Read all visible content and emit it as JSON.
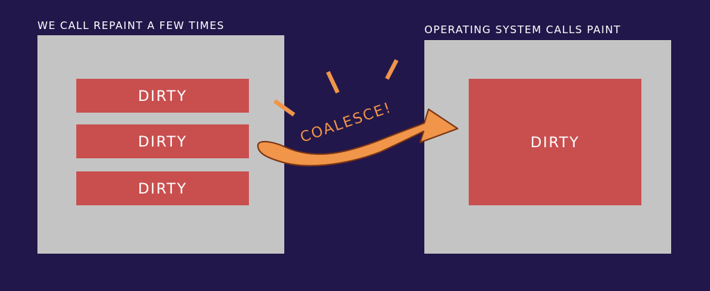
{
  "left": {
    "caption": "WE CALL REPAINT A FEW TIMES",
    "items": [
      "DIRTY",
      "DIRTY",
      "DIRTY"
    ]
  },
  "right": {
    "caption": "OPERATING SYSTEM CALLS PAINT",
    "item": "DIRTY"
  },
  "arrow": {
    "label": "COALESCE!"
  },
  "colors": {
    "background": "#22174a",
    "panel": "#c4c4c4",
    "dirty": "#c94f4f",
    "arrow": "#f0954a",
    "arrow_outline": "#7a3414"
  }
}
